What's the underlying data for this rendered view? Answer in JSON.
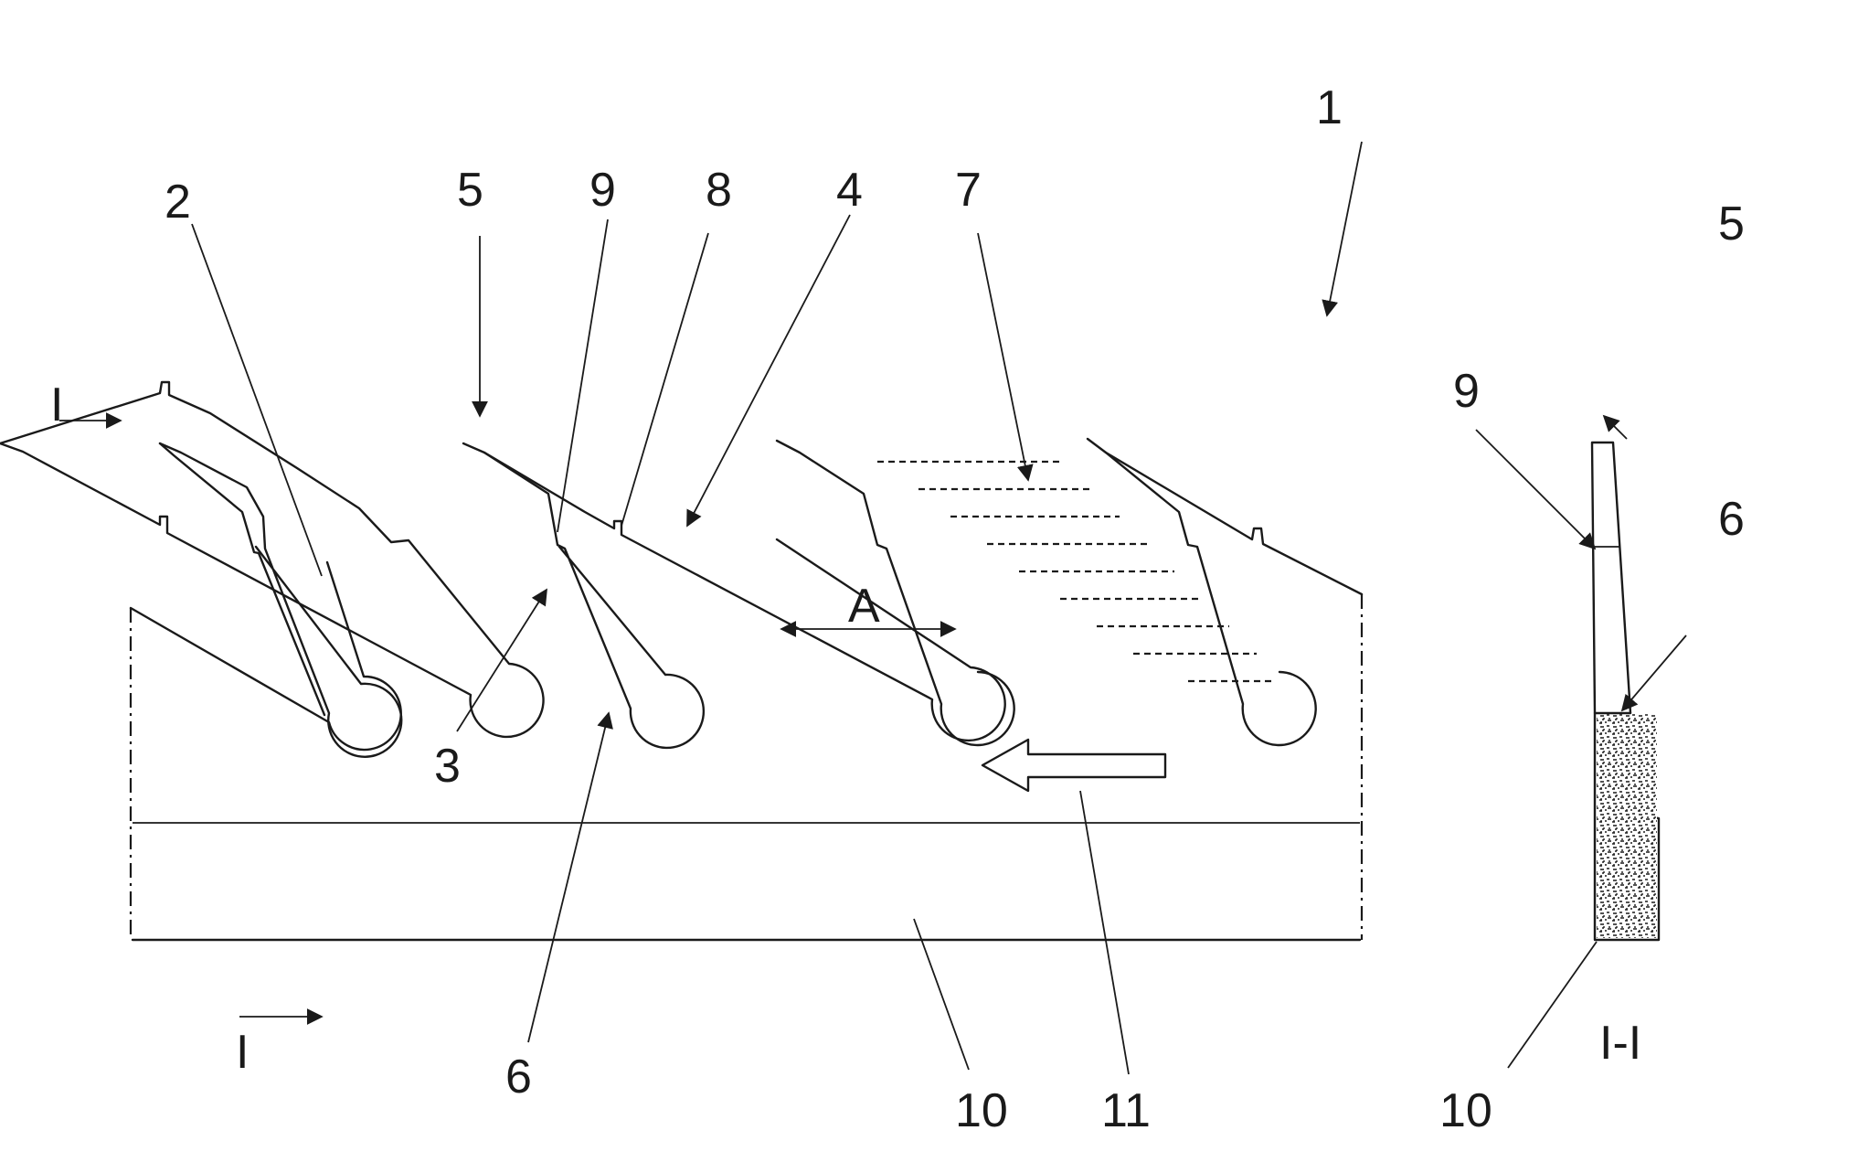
{
  "figure": {
    "labels": {
      "n1": "1",
      "n2": "2",
      "n3": "3",
      "n4": "4",
      "n5": "5",
      "n6": "6",
      "n7": "7",
      "n8": "8",
      "n9": "9",
      "n10": "10",
      "n11": "11",
      "dim_a": "A",
      "sec_i_top": "I",
      "sec_i_bottom": "I"
    },
    "section_view": {
      "title": "I-I",
      "n5": "5",
      "n6": "6",
      "n9": "9",
      "n10": "10"
    }
  }
}
